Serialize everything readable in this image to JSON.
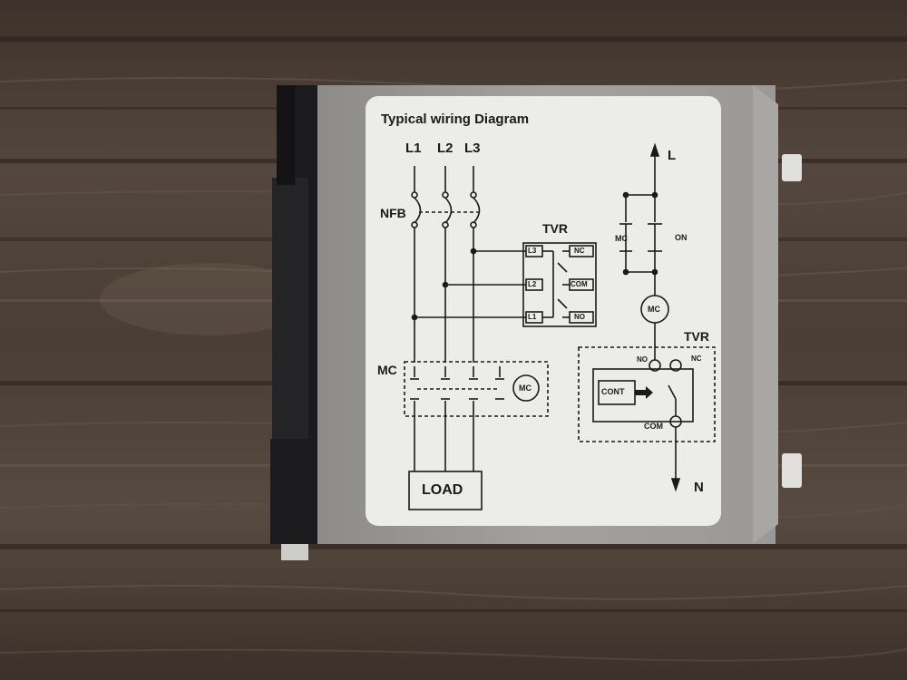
{
  "sticker": {
    "title": "Typical wiring Diagram",
    "phases": [
      "L1",
      "L2",
      "L3"
    ],
    "nfb_label": "NFB",
    "tvr_label": "TVR",
    "tvr_terminals_left": [
      "L3",
      "L2",
      "L1"
    ],
    "tvr_terminals_right": [
      "NC",
      "COM",
      "NO"
    ],
    "mc_label": "MC",
    "mc_coil_label": "MC",
    "load_label": "LOAD",
    "line_label": "L",
    "neutral_label": "N",
    "mc_contact_label": "MC",
    "on_label": "ON",
    "coil_label": "MC",
    "tvr2_label": "TVR",
    "no_label": "NO",
    "nc_label": "NC",
    "cont_label": "CONT",
    "com_label": "COM"
  },
  "colors": {
    "wood": "#4a3d34",
    "housing": "#9a9896",
    "sticker": "#ececea",
    "ink": "#1a1a1a"
  }
}
